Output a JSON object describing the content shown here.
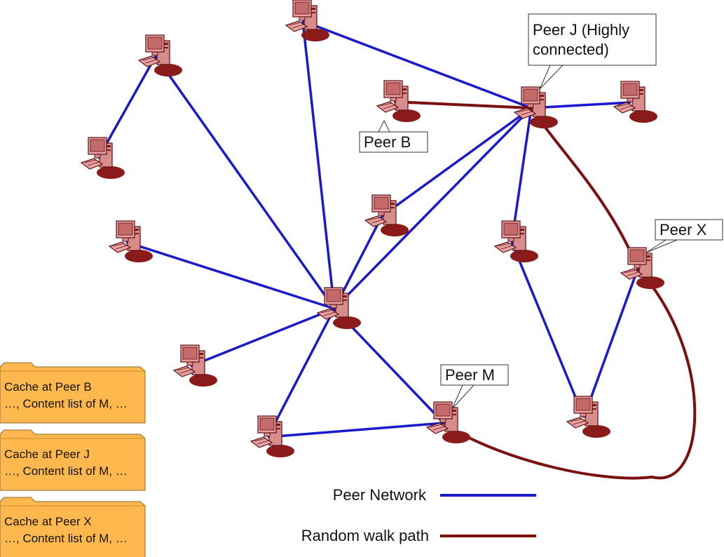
{
  "peers": [
    {
      "id": "p_top_left"
    },
    {
      "id": "p_left_low"
    },
    {
      "id": "p_left_mid"
    },
    {
      "id": "p_top_center"
    },
    {
      "id": "p_b",
      "callout": "Peer B"
    },
    {
      "id": "p_j",
      "callout": "Peer J (Highly connected)"
    },
    {
      "id": "p_right_top"
    },
    {
      "id": "p_mid"
    },
    {
      "id": "p_hub"
    },
    {
      "id": "p_lower_left"
    },
    {
      "id": "p_bottom_left"
    },
    {
      "id": "p_m",
      "callout": "Peer M"
    },
    {
      "id": "p_right_mid"
    },
    {
      "id": "p_x",
      "callout": "Peer X"
    },
    {
      "id": "p_bottom_right"
    }
  ],
  "callouts": {
    "peer_j_line1": "Peer J (Highly",
    "peer_j_line2": "connected)",
    "peer_b": "Peer B",
    "peer_x": "Peer X",
    "peer_m": "Peer M"
  },
  "links": [
    [
      "p_top_left",
      "p_left_low"
    ],
    [
      "p_top_left",
      "p_hub"
    ],
    [
      "p_top_center",
      "p_hub"
    ],
    [
      "p_top_center",
      "p_j"
    ],
    [
      "p_j",
      "p_right_top"
    ],
    [
      "p_j",
      "p_hub"
    ],
    [
      "p_j",
      "p_mid"
    ],
    [
      "p_j",
      "p_right_mid"
    ],
    [
      "p_mid",
      "p_hub"
    ],
    [
      "p_left_mid",
      "p_hub"
    ],
    [
      "p_lower_left",
      "p_hub"
    ],
    [
      "p_hub",
      "p_bottom_left"
    ],
    [
      "p_hub",
      "p_m"
    ],
    [
      "p_bottom_left",
      "p_m"
    ],
    [
      "p_right_mid",
      "p_bottom_right"
    ],
    [
      "p_bottom_right",
      "p_x"
    ]
  ],
  "random_walk": [
    "p_b",
    "p_j",
    "p_x",
    "p_m"
  ],
  "legend": {
    "peer_network": "Peer Network",
    "random_walk": "Random walk path"
  },
  "caches": [
    {
      "title": "Cache at Peer B",
      "content": "…, Content list of M, …"
    },
    {
      "title": "Cache at Peer J",
      "content": "…, Content list of M, …"
    },
    {
      "title": "Cache at Peer X",
      "content": "…, Content list of M, …"
    }
  ],
  "colors": {
    "network": "#1a1acc",
    "walk": "#7a1010",
    "folder_fill": "#ffb84d",
    "computer_body": "#e8a0a0",
    "computer_dark": "#8b1a1a"
  }
}
